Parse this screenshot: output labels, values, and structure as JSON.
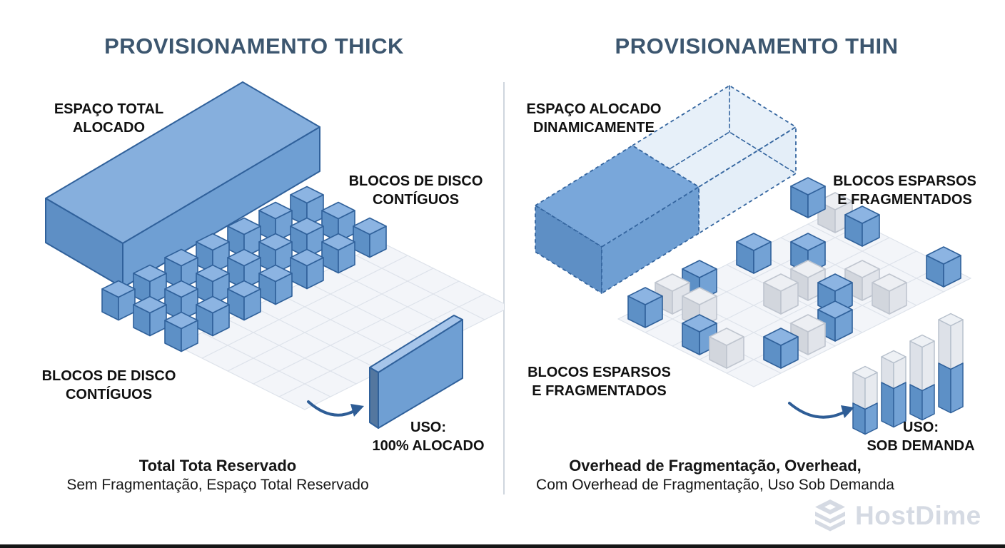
{
  "colors": {
    "title": "#3c566f",
    "label": "#101010",
    "caption": "#161616",
    "slab_top": "#86afdd",
    "slab_left": "#5e8fc5",
    "slab_front": "#6f9fd3",
    "blue_top": "#8cb4e2",
    "blue_left": "#5d90c6",
    "blue_right": "#73a2d5",
    "blue_stroke": "#30619b",
    "gray_top": "#edeff3",
    "gray_left": "#d2d6dd",
    "gray_right": "#e1e4ea",
    "gray_stroke": "#bfc5cf",
    "grid_fill": "#f3f5f9",
    "grid_line": "#dde2ea",
    "dashed_fill_light": "rgba(208,225,243,0.5)",
    "dashed_fill_front": "rgba(196,217,240,0.45)",
    "arrow": "#2e5d96",
    "bar_white_top": "#eef1f5",
    "bar_white_left": "#dde1e8",
    "bar_white_right": "#e7eaef",
    "bar_white_stroke": "#b6bfcb",
    "divider": "#cfd6de",
    "logo": "#d5dae3"
  },
  "left": {
    "title": "PROVISIONAMENTO THICK",
    "allocated_label": [
      "ESPAÇO TOTAL",
      "ALOCADO"
    ],
    "blocks_label_top": [
      "BLOCOS DE DISCO",
      "CONTÍGUOS"
    ],
    "blocks_label_bottom": [
      "BLOCOS DE DISCO",
      "CONTÍGUOS"
    ],
    "usage_label": [
      "USO:",
      "100% ALOCADO"
    ],
    "caption_bold": "Total Tota Reservado",
    "caption_regular": "Sem Fragmentação, Espaço Total Reservado",
    "cube_grid": {
      "rows": 3,
      "cols": 7
    },
    "usage_fill_fraction": 1.0
  },
  "right": {
    "title": "PROVISIONAMENTO THIN",
    "allocated_label": [
      "ESPAÇO ALOCADO",
      "DINAMICAMENTE"
    ],
    "blocks_label_top": [
      "BLOCOS ESPARSOS",
      "E FRAGMENTADOS"
    ],
    "blocks_label_bottom": [
      "BLOCOS ESPARSOS",
      "E FRAGMENTADOS"
    ],
    "usage_label": [
      "USO:",
      "SOB DEMANDA"
    ],
    "caption_bold": "Overhead de Fragmentação, Overhead,",
    "caption_regular": "Com Overhead de Fragmentação, Uso Sob Demanda",
    "cube_counts": {
      "blue": 11,
      "gray": 9
    },
    "usage_bar_fill_fractions": [
      0.45,
      0.6,
      0.4,
      0.5
    ]
  },
  "brand": {
    "name": "HostDime"
  }
}
